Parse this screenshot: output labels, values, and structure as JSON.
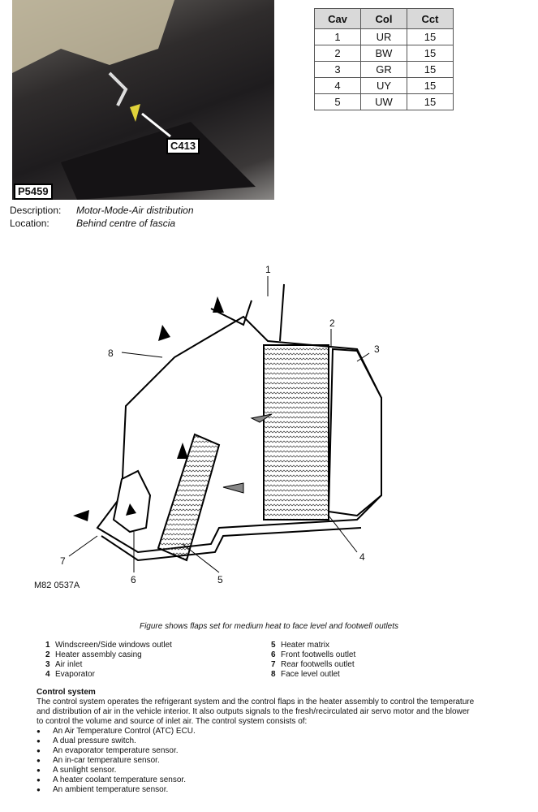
{
  "photo": {
    "code": "P5459",
    "connector": "C413"
  },
  "table": {
    "headers": [
      "Cav",
      "Col",
      "Cct"
    ],
    "rows": [
      [
        "1",
        "UR",
        "15"
      ],
      [
        "2",
        "BW",
        "15"
      ],
      [
        "3",
        "GR",
        "15"
      ],
      [
        "4",
        "UY",
        "15"
      ],
      [
        "5",
        "UW",
        "15"
      ]
    ]
  },
  "description": {
    "label": "Description:",
    "value": "Motor-Mode-Air distribution"
  },
  "location": {
    "label": "Location:",
    "value": "Behind centre of fascia"
  },
  "diagram": {
    "ref": "M82 0537A",
    "callouts": [
      "1",
      "2",
      "3",
      "4",
      "5",
      "6",
      "7",
      "8"
    ]
  },
  "caption": "Figure shows flaps set for medium heat to face level and footwell outlets",
  "legend": [
    {
      "n": "1",
      "t": "Windscreen/Side windows outlet"
    },
    {
      "n": "2",
      "t": "Heater assembly casing"
    },
    {
      "n": "3",
      "t": "Air inlet"
    },
    {
      "n": "4",
      "t": "Evaporator"
    },
    {
      "n": "5",
      "t": "Heater matrix"
    },
    {
      "n": "6",
      "t": "Front footwells outlet"
    },
    {
      "n": "7",
      "t": "Rear footwells outlet"
    },
    {
      "n": "8",
      "t": "Face level outlet"
    }
  ],
  "control": {
    "heading": "Control system",
    "text": "The control system operates the refrigerant system and the control flaps in the heater assembly to control the temperature and distribution of air in the vehicle interior. It also outputs signals to the fresh/recirculated air servo motor and the blower to control the volume and source of inlet air. The control system consists of:",
    "items": [
      "An Air Temperature Control (ATC) ECU.",
      "A dual pressure switch.",
      "An evaporator temperature sensor.",
      "An in-car temperature sensor.",
      "A sunlight sensor.",
      "A heater coolant temperature sensor.",
      "An ambient temperature sensor."
    ]
  }
}
